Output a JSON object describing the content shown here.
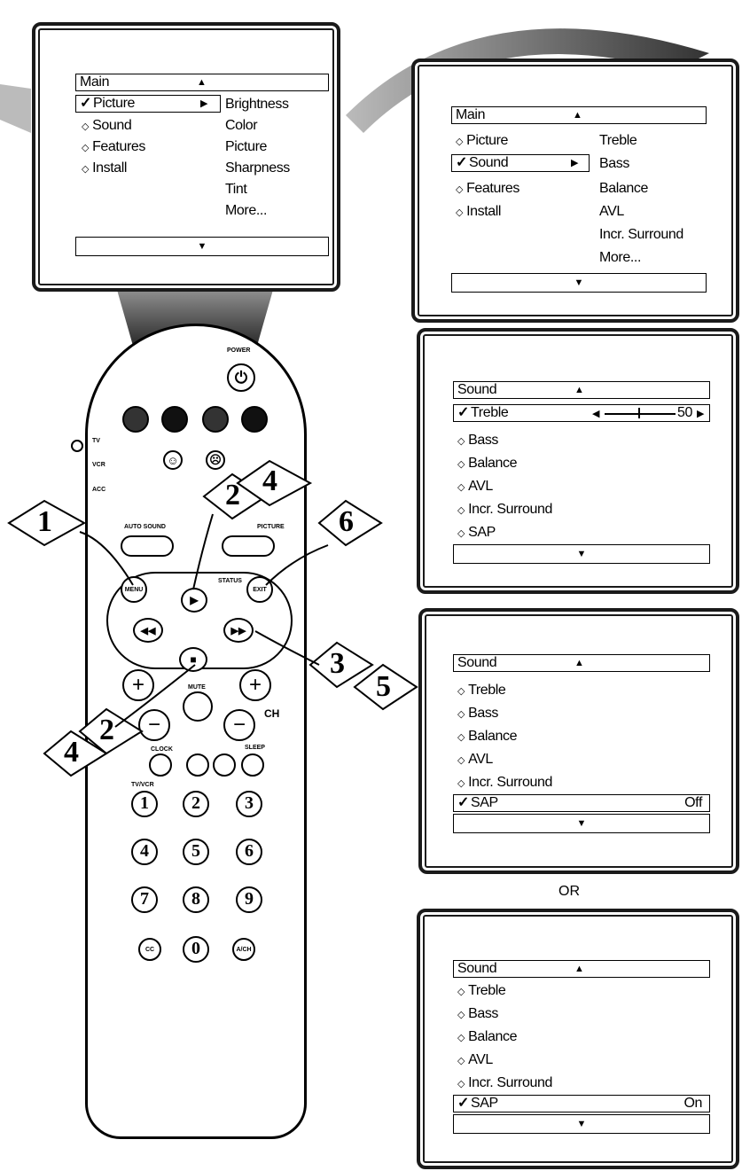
{
  "screen1": {
    "title": "Main",
    "items": [
      "Picture",
      "Sound",
      "Features",
      "Install"
    ],
    "selected_index": 0,
    "submenu": [
      "Brightness",
      "Color",
      "Picture",
      "Sharpness",
      "Tint",
      "More..."
    ]
  },
  "screen2": {
    "title": "Main",
    "items": [
      "Picture",
      "Sound",
      "Features",
      "Install"
    ],
    "selected_index": 1,
    "submenu": [
      "Treble",
      "Bass",
      "Balance",
      "AVL",
      "Incr. Surround",
      "More..."
    ]
  },
  "screen3": {
    "title": "Sound",
    "items": [
      "Treble",
      "Bass",
      "Balance",
      "AVL",
      "Incr. Surround",
      "SAP"
    ],
    "selected_index": 0,
    "slider_value": "50",
    "slider_level": 0.5
  },
  "screen4": {
    "title": "Sound",
    "items": [
      "Treble",
      "Bass",
      "Balance",
      "AVL",
      "Incr. Surround"
    ],
    "selected_label": "SAP",
    "selected_value": "Off"
  },
  "or_label": "OR",
  "screen5": {
    "title": "Sound",
    "items": [
      "Treble",
      "Bass",
      "Balance",
      "AVL",
      "Incr. Surround"
    ],
    "selected_label": "SAP",
    "selected_value": "On"
  },
  "remote": {
    "power": "POWER",
    "mode_labels": [
      "TV",
      "VCR",
      "ACC"
    ],
    "auto_sound": "AUTO SOUND",
    "auto_picture": "PICTURE",
    "menu": "MENU",
    "exit": "EXIT",
    "status": "STATUS",
    "mute": "MUTE",
    "ch": "CH",
    "clock": "CLOCK",
    "sleep": "SLEEP",
    "tvvcr": "TV/VCR",
    "cc": "CC",
    "ach": "A/CH",
    "digits": [
      "1",
      "2",
      "3",
      "4",
      "5",
      "6",
      "7",
      "8",
      "9",
      "0"
    ]
  },
  "steps": [
    "1",
    "2",
    "4",
    "6",
    "3",
    "5",
    "2",
    "4"
  ]
}
